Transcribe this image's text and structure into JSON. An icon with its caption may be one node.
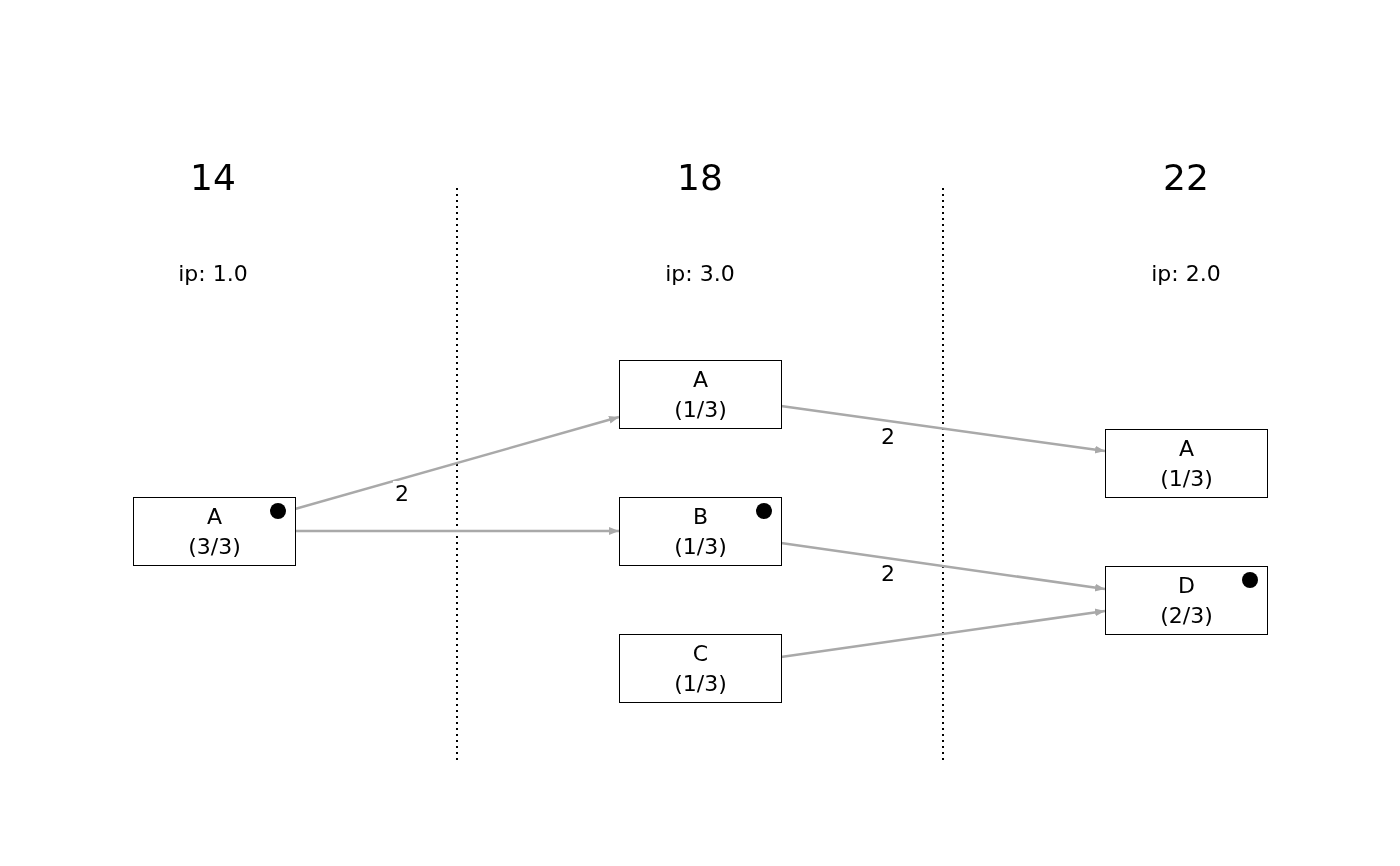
{
  "diagram": {
    "nodes": [
      {
        "text": [
          "A",
          "(3/3)"
        ]
      },
      {
        "text": [
          "A",
          "(1/3)"
        ]
      },
      {
        "text": [
          "B",
          "(1/3)"
        ]
      },
      {
        "text": [
          "C",
          "(1/3)"
        ]
      },
      {
        "text": [
          "A",
          "(1/3)"
        ]
      },
      {
        "text": [
          "D",
          "(2/3)"
        ]
      }
    ],
    "edges": [
      {
        "from": 0,
        "to": 1,
        "arrow": "to",
        "label": "2"
      },
      {
        "from": 0,
        "to": 2,
        "arrow": "to"
      },
      {
        "from": 1,
        "to": 4,
        "arrow": "to",
        "label": "2"
      },
      {
        "from": 2,
        "to": 5,
        "arrow": "to",
        "label": "2"
      },
      {
        "from": 3,
        "to": 5,
        "arrow": "to"
      }
    ],
    "labels": [
      "14",
      "18",
      "22",
      "ip: 1.0",
      "ip: 3.0",
      "ip: 2.0"
    ]
  }
}
